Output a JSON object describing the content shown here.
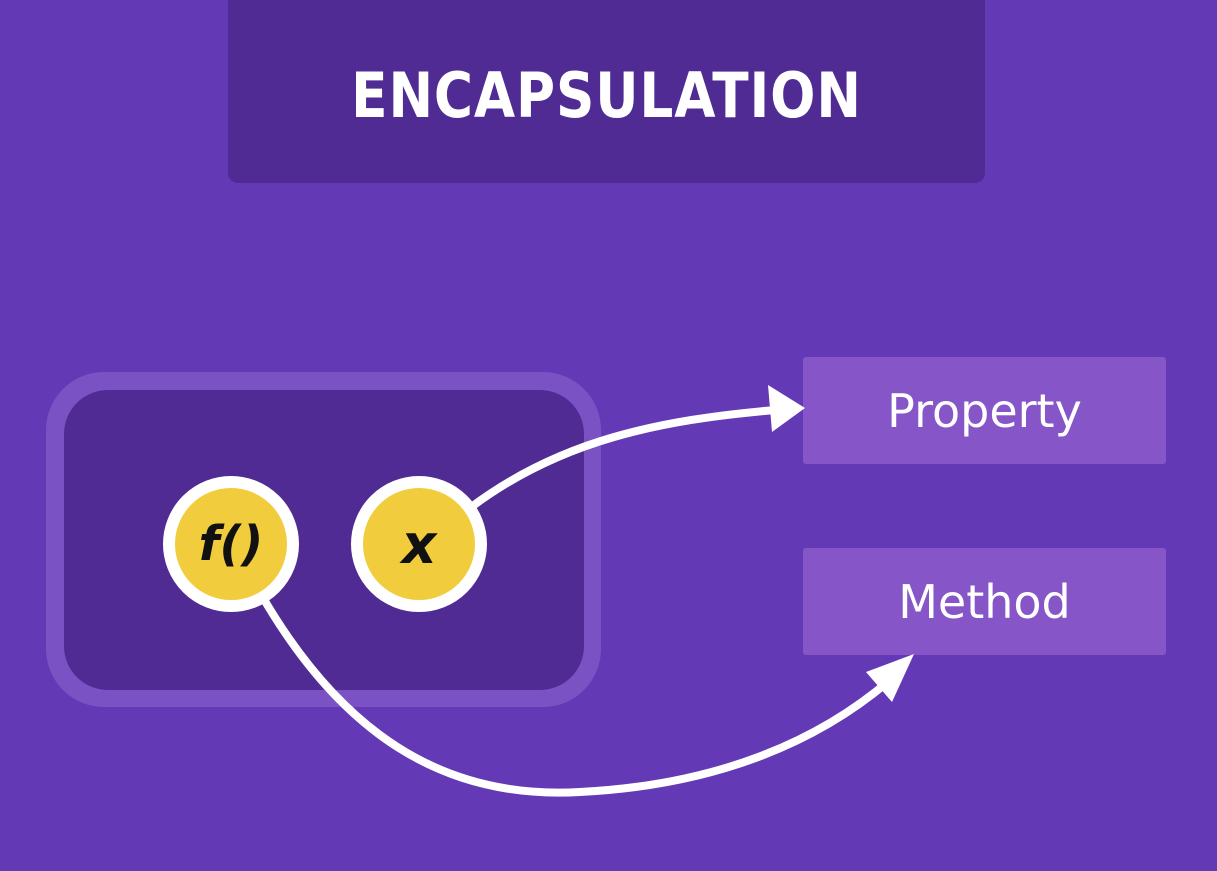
{
  "title": "ENCAPSULATION",
  "members": {
    "method_symbol": "f()",
    "property_symbol": "x"
  },
  "labels": {
    "property": "Property",
    "method": "Method"
  },
  "colors": {
    "background": "#6339b5",
    "banner": "#4f2b93",
    "object_border": "#7a52c4",
    "object_fill": "#4f2b93",
    "member_circle": "#f1cd3d",
    "label_box": "#8655c8",
    "arrow": "#ffffff"
  },
  "connections": [
    {
      "from": "x",
      "to": "Property"
    },
    {
      "from": "f()",
      "to": "Method"
    }
  ]
}
